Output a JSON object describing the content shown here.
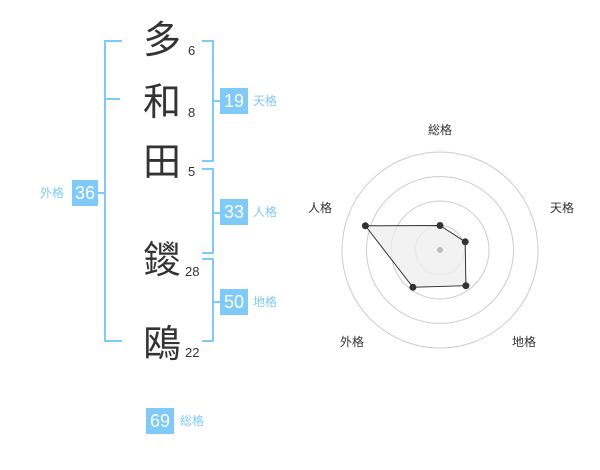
{
  "name_chars": [
    {
      "char": "多",
      "strokes": "6"
    },
    {
      "char": "和",
      "strokes": "8"
    },
    {
      "char": "田",
      "strokes": "5"
    },
    {
      "char": "鑁",
      "strokes": "28"
    },
    {
      "char": "鴎",
      "strokes": "22"
    }
  ],
  "fortunes": {
    "tenkaku": {
      "label": "天格",
      "value": "19"
    },
    "jinkaku": {
      "label": "人格",
      "value": "33"
    },
    "chikaku": {
      "label": "地格",
      "value": "50"
    },
    "gaikaku": {
      "label": "外格",
      "value": "36"
    },
    "soukaku": {
      "label": "総格",
      "value": "69"
    }
  },
  "colors": {
    "accent": "#7fcaf6",
    "text": "#333333",
    "ring": "#cccccc",
    "fill": "#eeeeee"
  },
  "chart_data": {
    "type": "radar",
    "axes": [
      "総格",
      "天格",
      "地格",
      "外格",
      "人格"
    ],
    "values": [
      0.25,
      0.27,
      0.45,
      0.47,
      0.8
    ],
    "rings": 4
  }
}
